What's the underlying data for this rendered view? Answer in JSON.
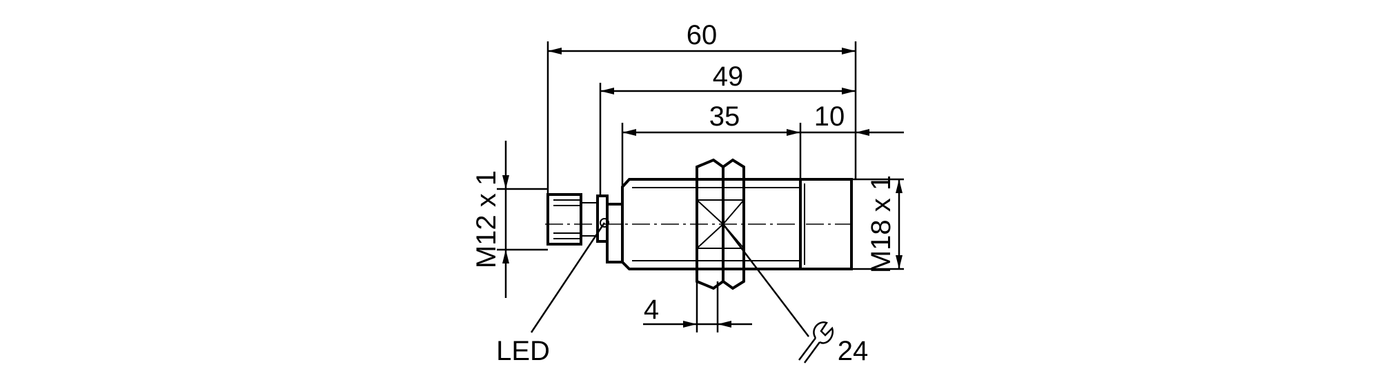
{
  "dimensions": {
    "overall_length": "60",
    "body_length": "49",
    "thread_length": "35",
    "tip_length": "10",
    "connector_thread": "M12 x 1",
    "housing_thread": "M18 x 1",
    "nut_thickness": "4",
    "wrench_size": "24"
  },
  "labels": {
    "led": "LED"
  },
  "icons": {
    "wrench": "wrench-icon"
  }
}
